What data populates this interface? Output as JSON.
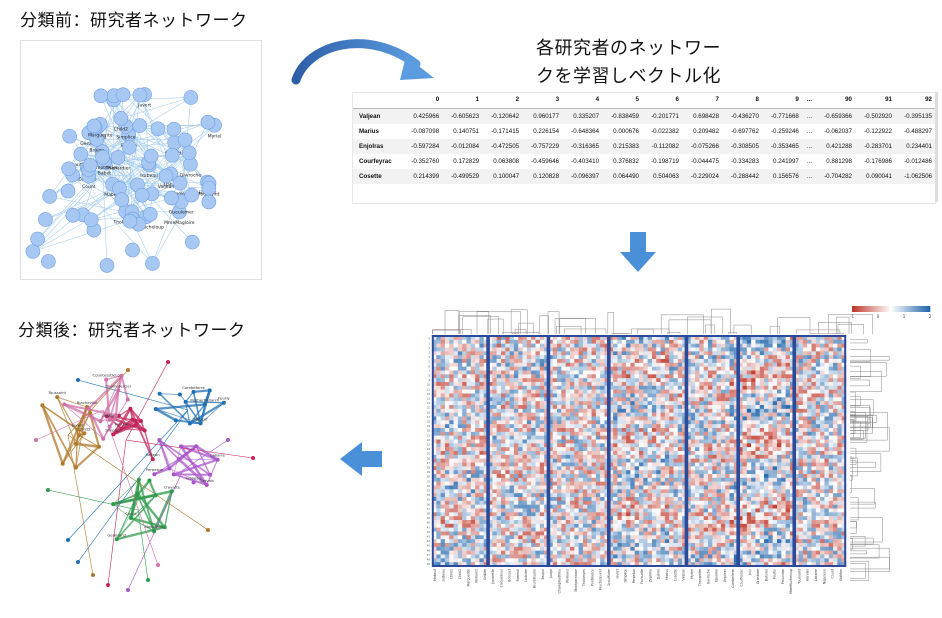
{
  "headings": {
    "before": "分類前：研究者ネットワーク",
    "after": "分類後：研究者ネットワーク",
    "learn_line1": "各研究者のネットワー",
    "learn_line2": "クを学習しベクトル化"
  },
  "colors": {
    "node_blue": "#a8c8f4",
    "node_stroke": "#6f9fe0",
    "edge_blue": "#a9d0ee",
    "arrow_blue": "#4a90d9",
    "arrow_dark": "#3a6fbf",
    "cluster_box": "#2b4a9a",
    "heat_red": "#c0392b",
    "heat_blue": "#2166ac"
  },
  "vector_table": {
    "columns": [
      "0",
      "1",
      "2",
      "3",
      "4",
      "5",
      "6",
      "7",
      "8",
      "9",
      "...",
      "90",
      "91",
      "92"
    ],
    "rows": [
      {
        "name": "Valjean",
        "values": [
          "0.425966",
          "-0.605623",
          "-0.120642",
          "0.960177",
          "0.335207",
          "-0.838459",
          "-0.201771",
          "0.698428",
          "-0.436270",
          "-0.771668",
          "...",
          "-0.659366",
          "-0.502920",
          "-0.395135"
        ]
      },
      {
        "name": "Marius",
        "values": [
          "-0.087098",
          "0.140751",
          "-0.171415",
          "0.226154",
          "-0.648364",
          "0.000676",
          "-0.022382",
          "0.209482",
          "-0.697762",
          "-0.259246",
          "...",
          "-0.062037",
          "-0.122922",
          "-0.488297"
        ]
      },
      {
        "name": "Enjolras",
        "values": [
          "-0.597284",
          "-0.012084",
          "-0.472505",
          "-0.757229",
          "-0.316365",
          "0.215383",
          "-0.112082",
          "-0.075266",
          "-0.308505",
          "-0.353465",
          "...",
          "0.421288",
          "-0.283701",
          "0.234401"
        ]
      },
      {
        "name": "Courfeyrac",
        "values": [
          "-0.352760",
          "0.172829",
          "0.063808",
          "-0.459646",
          "-0.403410",
          "0.376832",
          "-0.198719",
          "-0.044475",
          "-0.334283",
          "0.241997",
          "...",
          "0.881298",
          "-0.176986",
          "-0.012486"
        ]
      },
      {
        "name": "Cosette",
        "values": [
          "0.214399",
          "-0.499529",
          "0.100047",
          "0.120828",
          "-0.096397",
          "0.064490",
          "0.504063",
          "-0.229024",
          "-0.288442",
          "0.156576",
          "...",
          "-0.704282",
          "0.090041",
          "-1.062506"
        ]
      }
    ]
  },
  "network_before": {
    "labels": [
      "Scaufflaire",
      "Dahlia",
      "Zephine",
      "Listolier",
      "Fameuil",
      "Tholomyes",
      "Fantine",
      "Perpetue",
      "Simplice",
      "Gervais",
      "Isabeau",
      "Myriel",
      "Napoleon",
      "Cravatte",
      "Count",
      "Child2",
      "MmeMagloire",
      "Babet",
      "Brujon",
      "Gueulemer",
      "Mabeuf",
      "Toussaint",
      "MmeHucheloup",
      "Champtercier",
      "Marguerite",
      "Javert",
      "Valjean",
      "Thenardier",
      "Gavroche"
    ]
  },
  "network_after": {
    "labels": [
      "MotherPlutarch",
      "Mabeuf",
      "Feuilly",
      "Combeferre",
      "Toussaint",
      "Child2",
      "Javert",
      "Blacheville",
      "Fantine",
      "Simplice",
      "Valjean",
      "Perpetue",
      "Gervais",
      "Isabeau",
      "Labarre",
      "Geborand",
      "Cravatte",
      "Napoleon",
      "Count",
      "OldMan",
      "Champtercier",
      "CountessDeLo"
    ]
  },
  "heatmap": {
    "legend_ticks": [
      "-1",
      "0",
      "1",
      "2"
    ],
    "row_labels": [
      "Mabeuf",
      "Isabeau",
      "Child1",
      "Child2",
      "Marguerite",
      "Woman1",
      "Gribier",
      "Jondrette",
      "Claquesous",
      "Bossuet",
      "Fameuil",
      "Listolier",
      "Boulatruelle",
      "Brujon",
      "Judge",
      "Champmathieu",
      "Woman2",
      "Montparnasse",
      "Tholomyes",
      "Pontmercy",
      "Fauchelevent",
      "Scaufflaire",
      "Javert",
      "Simplice",
      "Perpetue",
      "Favourite",
      "Zephine",
      "Dahlia",
      "Marius",
      "Cosette",
      "Valjean",
      "Myriel",
      "Thenardier",
      "Gavroche",
      "Eponine",
      "Enjolras",
      "Combeferre",
      "Courfeyrac",
      "Joly",
      "Grantaire",
      "Bahorel",
      "Feuilly",
      "Prouvaire",
      "MmeHucheloup",
      "Toussaint",
      "Gervais",
      "Labarre",
      "Napoleon",
      "Count",
      "OldMan"
    ]
  }
}
